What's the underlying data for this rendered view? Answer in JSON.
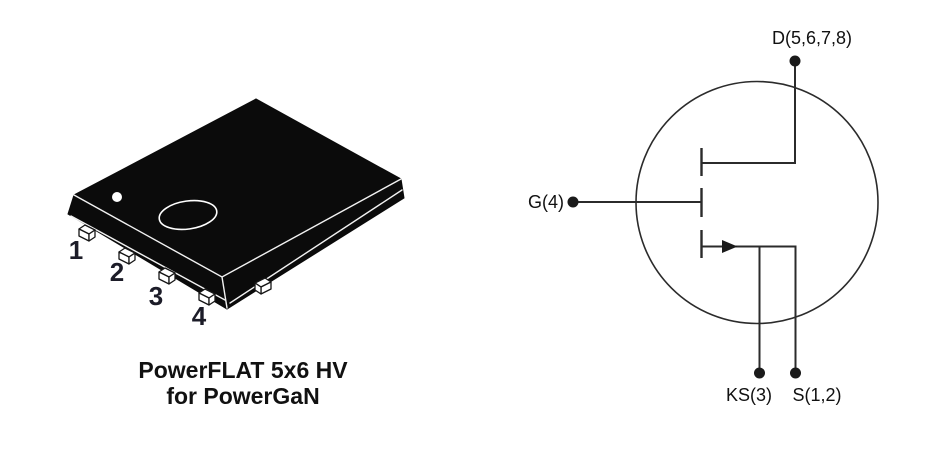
{
  "figure": {
    "package": {
      "caption_line1": "PowerFLAT 5x6 HV",
      "caption_line2": "for PowerGaN",
      "pin_numbers": [
        "1",
        "2",
        "3",
        "4"
      ]
    },
    "schematic": {
      "drain_label": "D(5,6,7,8)",
      "gate_label": "G(4)",
      "kelvin_source_label": "KS(3)",
      "source_label": "S(1,2)"
    },
    "colors": {
      "background": "#ffffff",
      "package_body": "#0b0b0b",
      "schematic_line": "#2b2b2b",
      "text": "#111111"
    }
  }
}
